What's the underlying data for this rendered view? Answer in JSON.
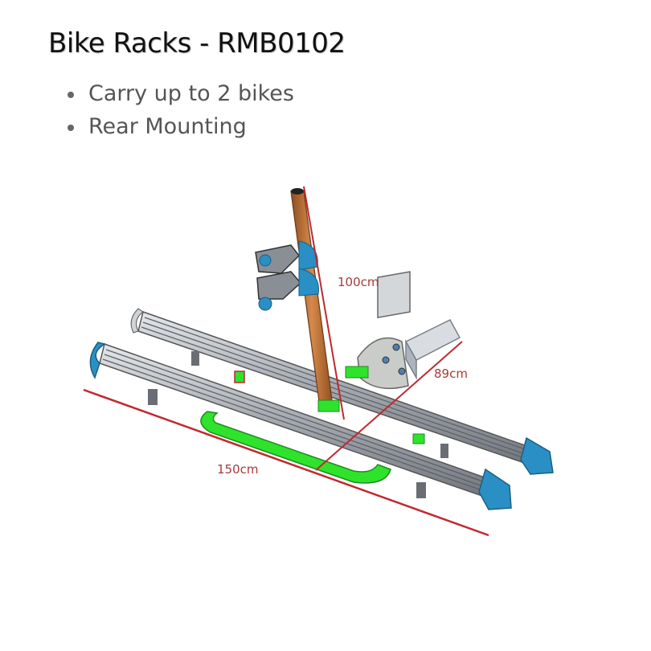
{
  "title": "Bike Racks - RMB0102",
  "features": [
    "Carry up to 2 bikes",
    "Rear Mounting"
  ],
  "dimensions": {
    "height": "100cm",
    "width": "89cm",
    "length": "150cm"
  },
  "colors": {
    "dimension_line": "#c0282e",
    "rail": "#a9adb3",
    "end_cap": "#2a8fc4",
    "frame_arm": "#2fe32c",
    "mast": "#c0743a"
  }
}
